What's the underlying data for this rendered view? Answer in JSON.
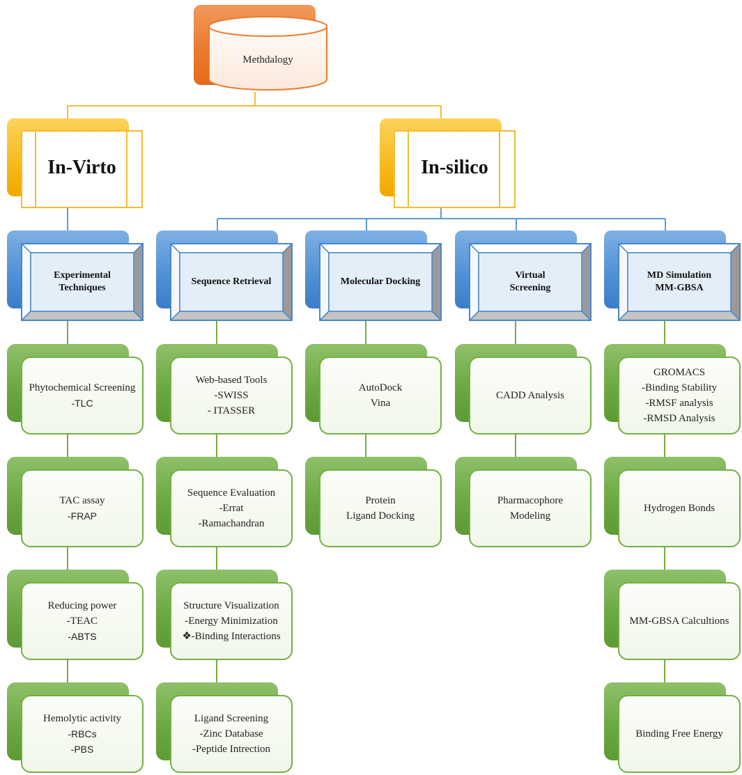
{
  "root": {
    "label": "Methdalogy"
  },
  "categories": [
    {
      "label": "In-Virto"
    },
    {
      "label": "In-silico"
    }
  ],
  "sections": [
    {
      "label": "Experimental\nTechniques"
    },
    {
      "label": "Sequence Retrieval"
    },
    {
      "label": "Molecular Docking"
    },
    {
      "label": "Virtual\nScreening"
    },
    {
      "label": "MD Simulation\nMM-GBSA"
    }
  ],
  "columns": [
    [
      {
        "lines": [
          {
            "text": "Phytochemical Screening",
            "font": "serif"
          },
          {
            "text": "-TLC",
            "font": "sans"
          }
        ]
      },
      {
        "lines": [
          {
            "text": "TAC assay",
            "font": "serif"
          },
          {
            "text": "-FRAP",
            "font": "sans"
          }
        ]
      },
      {
        "lines": [
          {
            "text": "Reducing power",
            "font": "serif"
          },
          {
            "text": "-TEAC",
            "font": "serif"
          },
          {
            "text": "-ABTS",
            "font": "sans"
          }
        ]
      },
      {
        "lines": [
          {
            "text": "Hemolytic activity",
            "font": "serif"
          },
          {
            "text": "-RBCs",
            "font": "sans"
          },
          {
            "text": "-PBS",
            "font": "sans"
          }
        ]
      }
    ],
    [
      {
        "lines": [
          {
            "text": "Web-based Tools",
            "font": "serif"
          },
          {
            "text": "-SWISS",
            "font": "serif"
          },
          {
            "text": "- ITASSER",
            "font": "serif"
          }
        ]
      },
      {
        "lines": [
          {
            "text": "Sequence Evaluation",
            "font": "serif"
          },
          {
            "text": "-Errat",
            "font": "serif"
          },
          {
            "text": "-Ramachandran",
            "font": "serif"
          }
        ]
      },
      {
        "lines": [
          {
            "text": "Structure Visualization",
            "font": "serif"
          },
          {
            "text": "-Energy Minimization",
            "font": "serif"
          },
          {
            "text": "❖-Binding Interactions",
            "font": "serif"
          }
        ]
      },
      {
        "lines": [
          {
            "text": "Ligand Screening",
            "font": "serif"
          },
          {
            "text": "-Zinc Database",
            "font": "serif"
          },
          {
            "text": "-Peptide Intrection",
            "font": "serif"
          }
        ]
      }
    ],
    [
      {
        "lines": [
          {
            "text": "AutoDock",
            "font": "serif"
          },
          {
            "text": "Vina",
            "font": "serif"
          }
        ]
      },
      {
        "lines": [
          {
            "text": "Protein",
            "font": "serif"
          },
          {
            "text": "Ligand Docking",
            "font": "serif"
          }
        ]
      }
    ],
    [
      {
        "lines": [
          {
            "text": "CADD Analysis",
            "font": "serif"
          }
        ]
      },
      {
        "lines": [
          {
            "text": "Pharmacophore",
            "font": "serif"
          },
          {
            "text": "Modeling",
            "font": "serif"
          }
        ]
      }
    ],
    [
      {
        "lines": [
          {
            "text": "GROMACS",
            "font": "serif"
          },
          {
            "text": "-Binding Stability",
            "font": "serif"
          },
          {
            "text": "-RMSF analysis",
            "font": "serif"
          },
          {
            "text": "-RMSD Analysis",
            "font": "serif"
          }
        ]
      },
      {
        "lines": [
          {
            "text": "Hydrogen Bonds",
            "font": "serif"
          }
        ]
      },
      {
        "lines": [
          {
            "text": "MM-GBSA Calcultions",
            "font": "serif"
          }
        ]
      },
      {
        "lines": [
          {
            "text": "Binding Free Energy",
            "font": "serif"
          }
        ]
      }
    ]
  ],
  "colors": {
    "root_connector": "#f5bb33",
    "section_connector": "#5b9bd5",
    "leaf_connector": "#72b043"
  }
}
